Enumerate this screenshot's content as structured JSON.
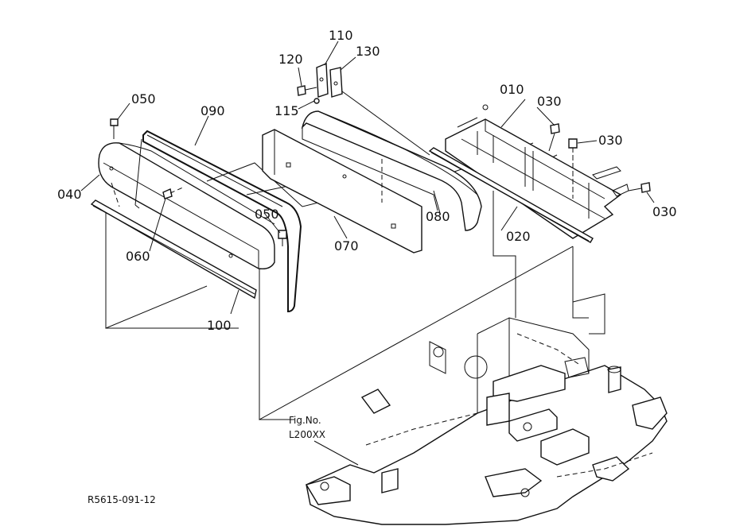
{
  "callouts": {
    "p010": "010",
    "p020": "020",
    "p030a": "030",
    "p030b": "030",
    "p030c": "030",
    "p040": "040",
    "p050a": "050",
    "p050b": "050",
    "p060": "060",
    "p070": "070",
    "p080": "080",
    "p090": "090",
    "p100": "100",
    "p110": "110",
    "p115": "115",
    "p120": "120",
    "p130": "130"
  },
  "figure_ref": {
    "line1": "Fig.No.",
    "line2": "L200XX"
  },
  "drawing_code": "R5615-091-12"
}
